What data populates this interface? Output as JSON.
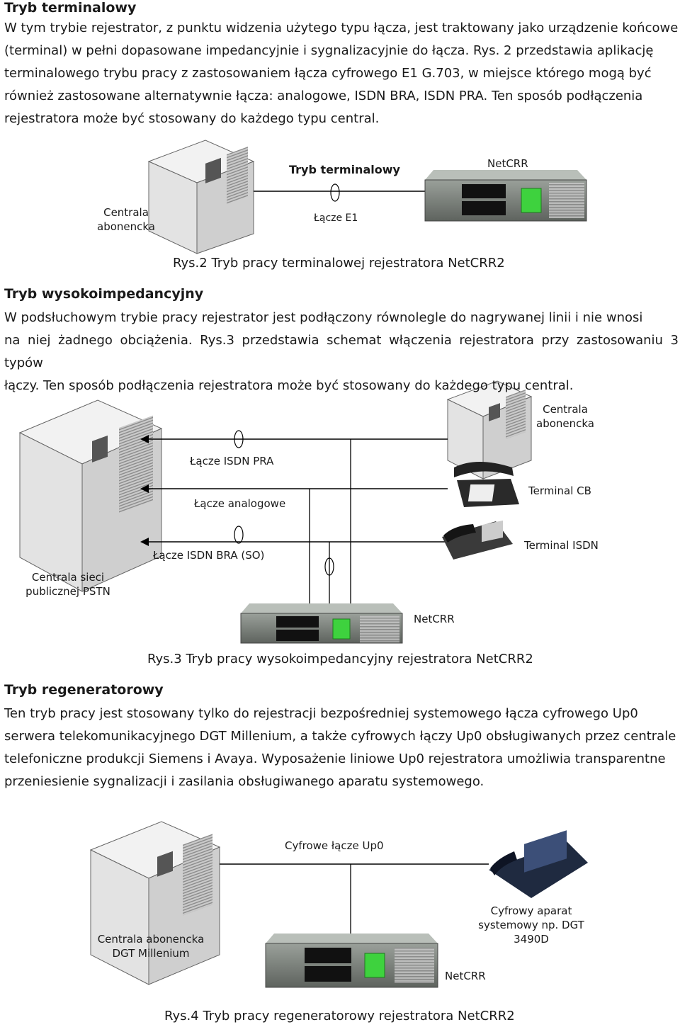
{
  "sections": [
    {
      "title": "Tryb terminalowy",
      "lines": [
        "W tym trybie rejestrator, z punktu widzenia użytego typu łącza, jest traktowany jako urządzenie końcowe",
        "(terminal) w pełni dopasowane impedancyjnie i sygnalizacyjnie do łącza. Rys. 2 przedstawia aplikację",
        "terminalowego trybu pracy z zastosowaniem łącza cyfrowego E1 G.703, w miejsce którego mogą być",
        "również zastosowane alternatywnie łącza: analogowe, ISDN BRA, ISDN PRA. Ten sposób podłączenia",
        "rejestratora może być stosowany do każdego typu central."
      ]
    },
    {
      "title": "Tryb wysokoimpedancyjny",
      "lines": [
        "W podsłuchowym trybie pracy rejestrator jest podłączony równolegle do nagrywanej linii i nie wnosi",
        "na niej żadnego obciążenia. Rys.3 przedstawia schemat włączenia rejestratora przy zastosowaniu 3 typów",
        "łączy. Ten sposób podłączenia rejestratora może być stosowany do każdego typu central."
      ]
    },
    {
      "title": "Tryb regeneratorowy",
      "lines": [
        "Ten tryb pracy jest stosowany tylko do rejestracji bezpośredniej systemowego łącza cyfrowego Up0",
        "serwera telekomunikacyjnego DGT Millenium, a także cyfrowych łączy Up0 obsługiwanych przez centrale",
        "telefoniczne produkcji Siemens i Avaya. Wyposażenie liniowe Up0 rejestratora umożliwia transparentne",
        "przeniesienie sygnalizacji i zasilania obsługiwanego aparatu systemowego."
      ]
    }
  ],
  "fig2": {
    "diagram_title": "Tryb terminalowy",
    "device": "NetCRR",
    "exchange": "Centrala abonencka",
    "link": "Łącze E1",
    "caption": "Rys.2 Tryb pracy terminalowej rejestratora NetCRR2"
  },
  "fig3": {
    "exchange_pstn": "Centrala sieci publicznej PSTN",
    "exchange_sub": "Centrala abonencka",
    "link_pra": "Łącze ISDN PRA",
    "link_analog": "Łącze analogowe",
    "link_bra": "Łącze ISDN BRA (SO)",
    "terminal_cb": "Terminal CB",
    "terminal_isdn": "Terminal ISDN",
    "device": "NetCRR",
    "caption": "Rys.3 Tryb pracy wysokoimpedancyjny rejestratora NetCRR2"
  },
  "fig4": {
    "exchange": "Centrala abonencka DGT Millenium",
    "link": "Cyfrowe łącze Up0",
    "phone": "Cyfrowy aparat systemowy np. DGT 3490D",
    "device": "NetCRR",
    "caption": "Rys.4 Tryb pracy regeneratorowy rejestratora NetCRR2"
  },
  "icons": [
    "server-cabinet-icon",
    "recorder-rack-icon",
    "analog-phone-icon",
    "isdn-phone-icon",
    "system-phone-icon",
    "line-probe-icon"
  ],
  "colors": {
    "text": "#1a1a1a",
    "line": "#000000",
    "cabinet_front": "#e6e6e6",
    "cabinet_side": "#c8c8c8",
    "rack_body": "#7a7f7a",
    "rack_green": "#3ed23e"
  }
}
